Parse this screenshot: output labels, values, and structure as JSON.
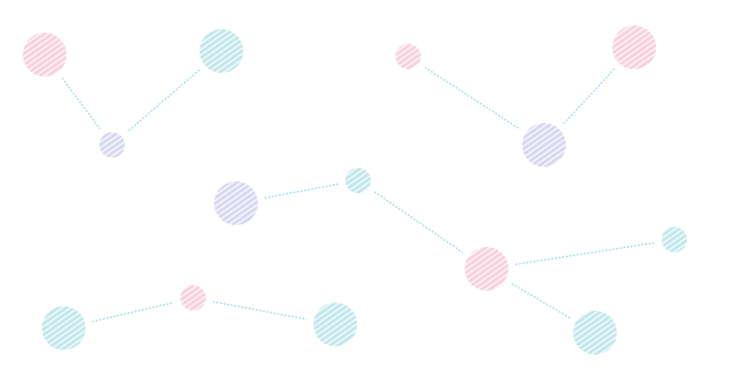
{
  "colors": {
    "pink": "#f2a9c4",
    "teal": "#8fd3de",
    "lavender": "#b7b6e6",
    "link": "#9fd6ee",
    "background": "#ffffff"
  },
  "nodes": [
    {
      "id": "n1",
      "color": "pink"
    },
    {
      "id": "n2",
      "color": "teal"
    },
    {
      "id": "n3",
      "color": "lavender"
    },
    {
      "id": "n4",
      "color": "pink"
    },
    {
      "id": "n5",
      "color": "pink"
    },
    {
      "id": "n6",
      "color": "lavender"
    },
    {
      "id": "n7",
      "color": "lavender"
    },
    {
      "id": "n8",
      "color": "teal"
    },
    {
      "id": "n9",
      "color": "pink"
    },
    {
      "id": "n10",
      "color": "teal"
    },
    {
      "id": "n11",
      "color": "teal"
    },
    {
      "id": "n12",
      "color": "teal"
    },
    {
      "id": "n13",
      "color": "pink"
    },
    {
      "id": "n14",
      "color": "teal"
    }
  ],
  "links": [
    [
      "n1",
      "n3"
    ],
    [
      "n2",
      "n3"
    ],
    [
      "n4",
      "n6"
    ],
    [
      "n5",
      "n6"
    ],
    [
      "n7",
      "n8"
    ],
    [
      "n8",
      "n9"
    ],
    [
      "n9",
      "n10"
    ],
    [
      "n9",
      "n11"
    ],
    [
      "n12",
      "n13"
    ],
    [
      "n13",
      "n14"
    ]
  ]
}
